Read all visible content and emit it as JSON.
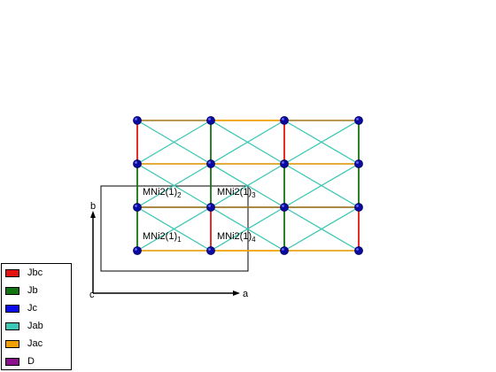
{
  "colors": {
    "Jbc": "#e3140f",
    "Jb": "#127512",
    "Jc": "#0a0aee",
    "Jab": "#3cc7b4",
    "Jac": "#f0a000",
    "D": "#8b108b",
    "frame_outline": "#000000",
    "atom": "#0a0aa0"
  },
  "site_labels": [
    {
      "base": "MNi2(1)",
      "sub": "2"
    },
    {
      "base": "MNi2(1)",
      "sub": "3"
    },
    {
      "base": "MNi2(1)",
      "sub": "1"
    },
    {
      "base": "MNi2(1)",
      "sub": "4"
    }
  ],
  "axes": {
    "b": "b",
    "a": "a",
    "c": "c"
  },
  "legend": [
    {
      "key": "Jbc",
      "label": "Jbc"
    },
    {
      "key": "Jb",
      "label": "Jb"
    },
    {
      "key": "Jc",
      "label": "Jc"
    },
    {
      "key": "Jab",
      "label": "Jab"
    },
    {
      "key": "Jac",
      "label": "Jac"
    },
    {
      "key": "D",
      "label": "D"
    }
  ]
}
